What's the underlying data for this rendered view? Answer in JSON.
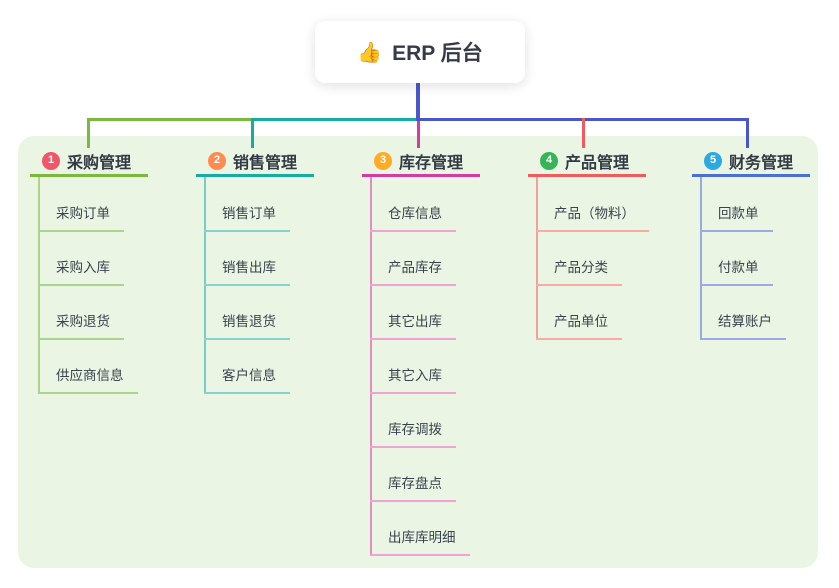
{
  "root": {
    "emoji": "👍",
    "label": "ERP 后台"
  },
  "connector_color": "#4a57cb",
  "panel_color": "#eaf6e3",
  "branches": [
    {
      "number": "1",
      "label": "采购管理",
      "badge_color": "#f0566a",
      "line_color": "#7cb83e",
      "light_line_color": "#a9d48c",
      "children": [
        "采购订单",
        "采购入库",
        "采购退货",
        "供应商信息"
      ]
    },
    {
      "number": "2",
      "label": "销售管理",
      "badge_color": "#ff8b50",
      "line_color": "#16aca4",
      "light_line_color": "#85d3cc",
      "children": [
        "销售订单",
        "销售出库",
        "销售退货",
        "客户信息"
      ]
    },
    {
      "number": "3",
      "label": "库存管理",
      "badge_color": "#ffab26",
      "line_color": "#d63aa3",
      "light_line_color": "#eda4d4",
      "children": [
        "仓库信息",
        "产品库存",
        "其它出库",
        "其它入库",
        "库存调拨",
        "库存盘点",
        "出库库明细"
      ]
    },
    {
      "number": "4",
      "label": "产品管理",
      "badge_color": "#35b558",
      "line_color": "#f25b5e",
      "light_line_color": "#f8aaa5",
      "children": [
        "产品（物料）",
        "产品分类",
        "产品单位"
      ]
    },
    {
      "number": "5",
      "label": "财务管理",
      "badge_color": "#2ba9e0",
      "line_color": "#4c6fd4",
      "light_line_color": "#9aade3",
      "children": [
        "回款单",
        "付款单",
        "结算账户"
      ]
    }
  ]
}
